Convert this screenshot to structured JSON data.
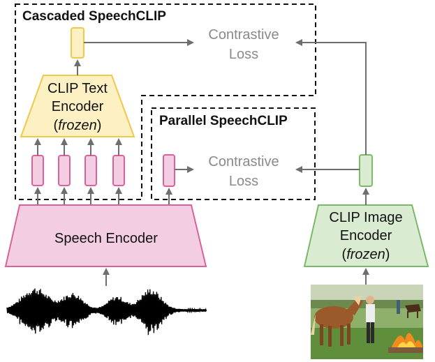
{
  "diagram": {
    "cascaded_title": "Cascaded SpeechCLIP",
    "parallel_title": "Parallel SpeechCLIP",
    "contrastive_loss_top": [
      "Contrastive",
      "Loss"
    ],
    "contrastive_loss_bottom": [
      "Contrastive",
      "Loss"
    ],
    "clip_text_encoder": {
      "line1": "CLIP Text",
      "line2": "Encoder",
      "frozen": "frozen",
      "open": "(",
      "close": ")"
    },
    "speech_encoder": "Speech Encoder",
    "clip_image_encoder": {
      "line1": "CLIP Image",
      "line2": "Encoder",
      "frozen": "frozen",
      "open": "(",
      "close": ")"
    }
  },
  "colors": {
    "text_encoder_fill": "#fdf1c4",
    "text_encoder_stroke": "#f0c84a",
    "speech_fill": "#f3cde1",
    "speech_stroke": "#d9619c",
    "image_fill": "#d9ecd2",
    "image_stroke": "#7bb86a",
    "arrow": "#6e6e6e",
    "loss_text": "#8a8a8a"
  },
  "icons": {
    "waveform": "audio-waveform",
    "photo": "horse-and-person-photo"
  }
}
